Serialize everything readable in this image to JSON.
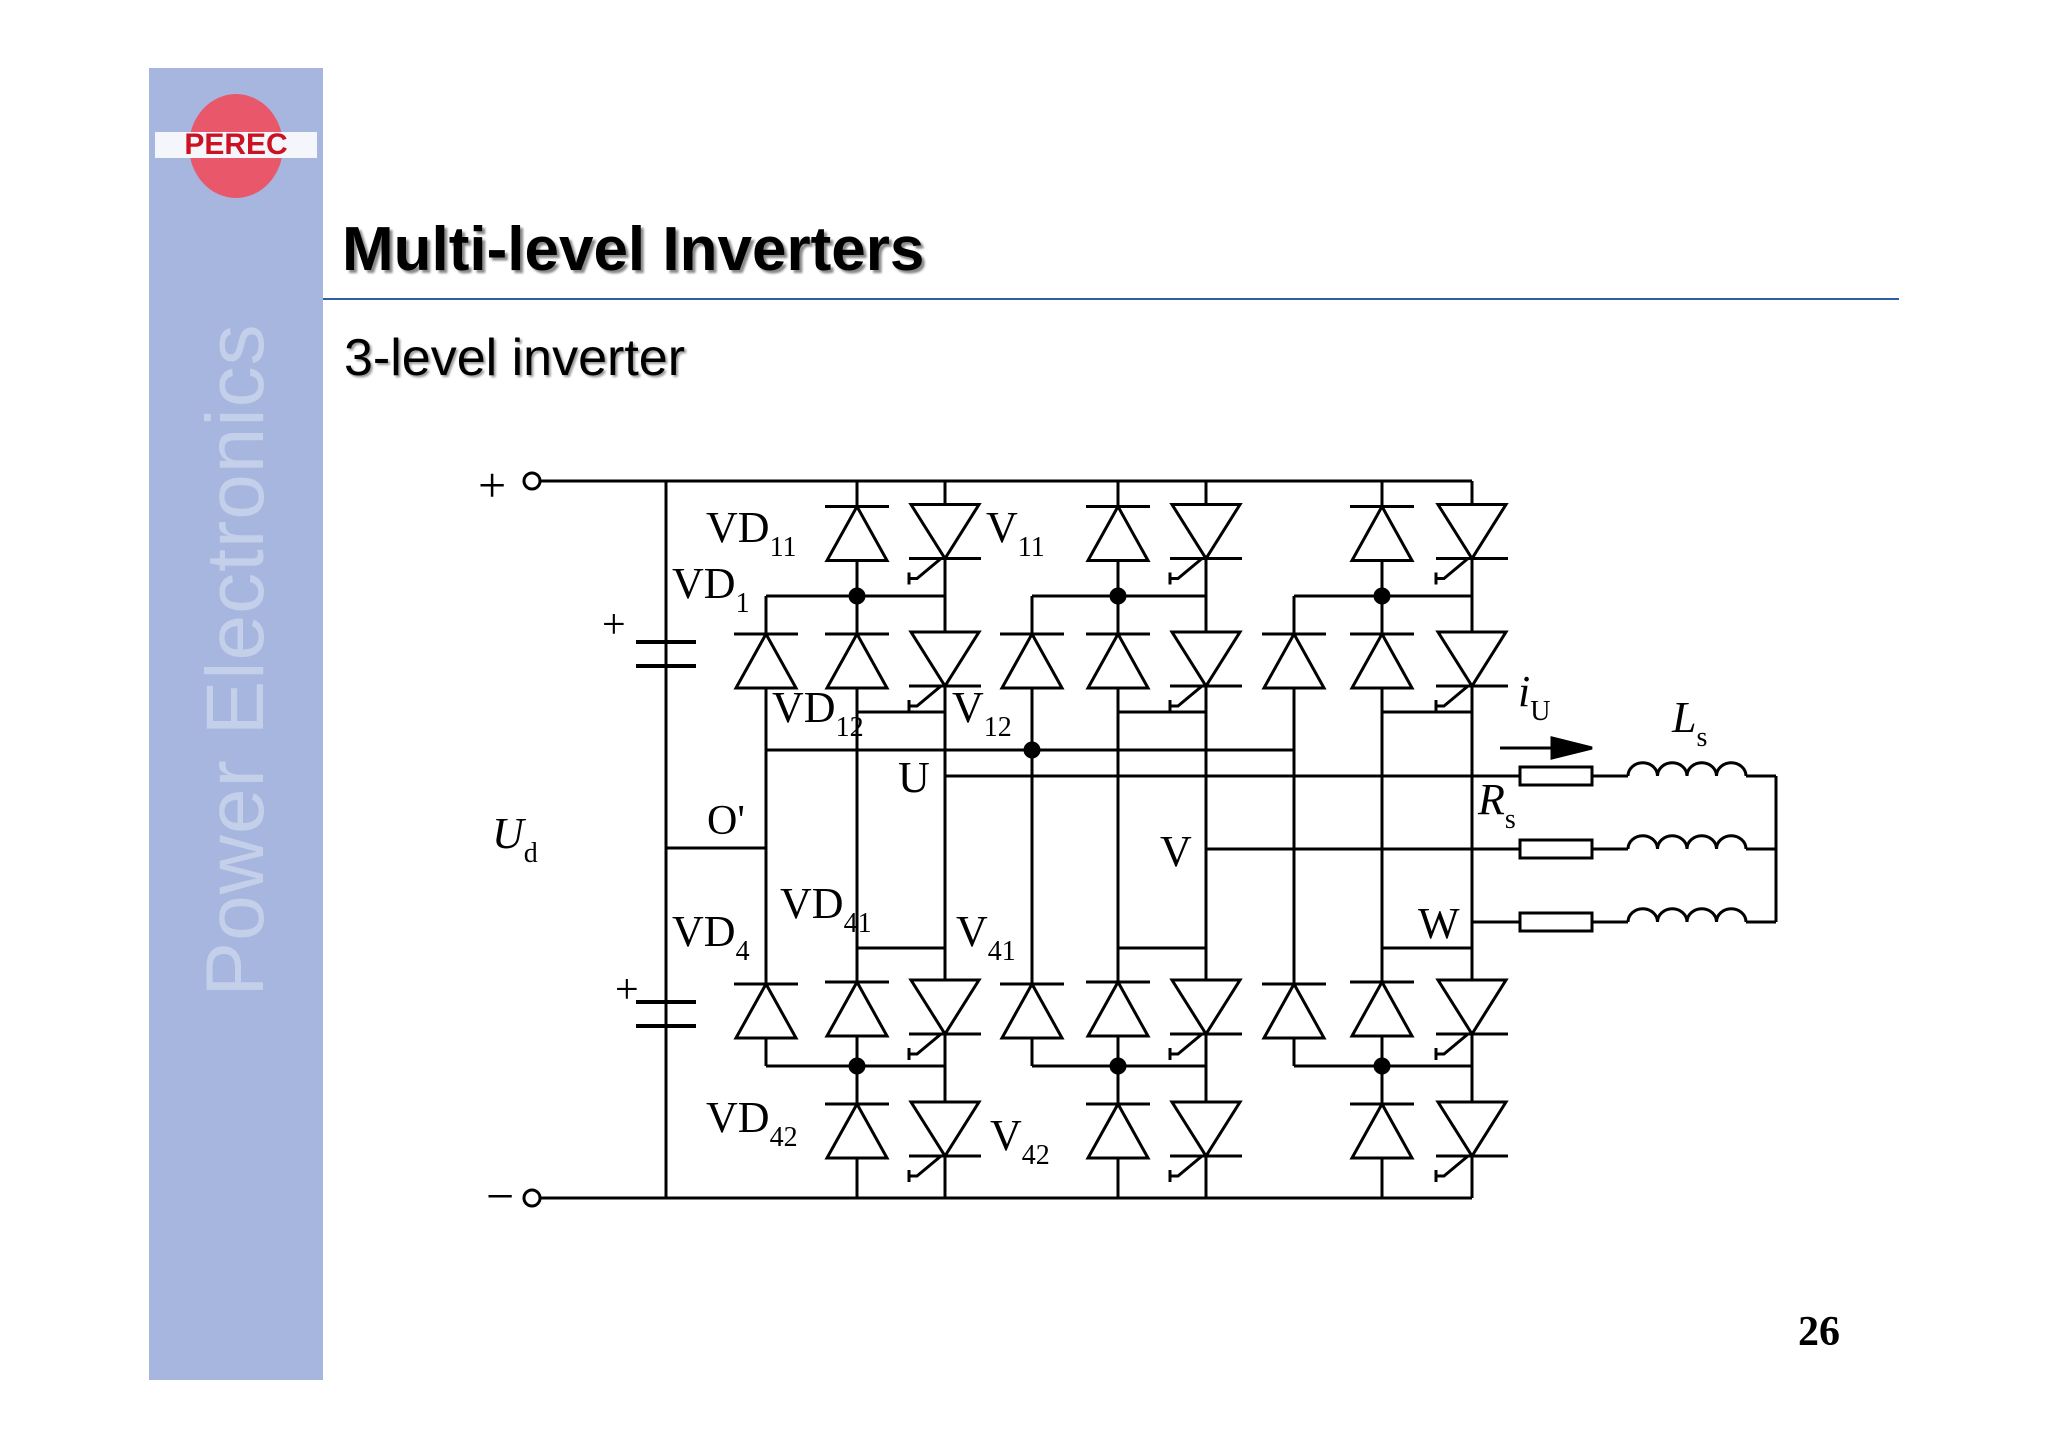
{
  "sidebar": {
    "logo_text": "PEREC",
    "vertical_text": "Power   Electronics",
    "color": "#a6b6de"
  },
  "slide": {
    "title": "Multi-level Inverters",
    "subtitle": "3-level inverter",
    "page_number": "26",
    "rule_color": "#2d5fa6"
  },
  "diagram": {
    "plus_sign": "+",
    "minus_sign": "−",
    "cap_plus": "+",
    "ud": {
      "main": "U",
      "sub": "d"
    },
    "o_prime": "O'",
    "vd11": {
      "main": "VD",
      "sub": "11"
    },
    "v11": {
      "main": "V",
      "sub": "11"
    },
    "vd1": {
      "main": "VD",
      "sub": "1"
    },
    "vd12": {
      "main": "VD",
      "sub": "12"
    },
    "v12": {
      "main": "V",
      "sub": "12"
    },
    "vd4": {
      "main": "VD",
      "sub": "4"
    },
    "vd41": {
      "main": "VD",
      "sub": "41"
    },
    "v41": {
      "main": "V",
      "sub": "41"
    },
    "vd42": {
      "main": "VD",
      "sub": "42"
    },
    "v42": {
      "main": "V",
      "sub": "42"
    },
    "phase_u": "U",
    "phase_v": "V",
    "phase_w": "W",
    "iu": {
      "main": "i",
      "sub": "U"
    },
    "ls": {
      "main": "L",
      "sub": "s"
    },
    "rs": {
      "main": "R",
      "sub": "s"
    }
  }
}
